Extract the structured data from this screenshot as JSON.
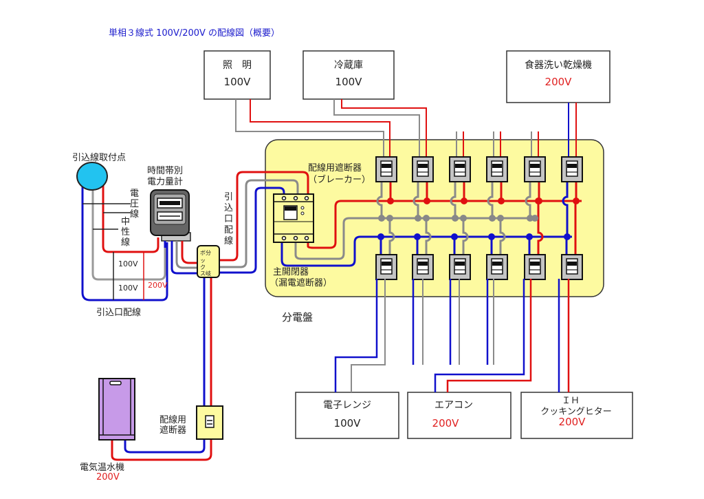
{
  "title": "単相３線式 100V/200V の配線図（概要）",
  "colors": {
    "voltage_line": "#e01010",
    "neutral_line": "#8a8a8a",
    "other_voltage_line": "#1010cc",
    "panel": "#fdfaa0",
    "title": "#1a1acc"
  },
  "loads_top": [
    {
      "name": "照　明",
      "voltage": "100V",
      "voltage_class": "100"
    },
    {
      "name": "冷蔵庫",
      "voltage": "100V",
      "voltage_class": "100"
    },
    {
      "name": "食器洗い乾燥機",
      "voltage": "200V",
      "voltage_class": "200"
    }
  ],
  "loads_bottom": [
    {
      "name": "電子レンジ",
      "voltage": "100V",
      "voltage_class": "100"
    },
    {
      "name": "エアコン",
      "voltage": "200V",
      "voltage_class": "200"
    },
    {
      "name_line1": "ＩＨ",
      "name_line2": "クッキングヒター",
      "voltage": "200V",
      "voltage_class": "200"
    }
  ],
  "service_entry": {
    "attachment_point": "引込線取付点",
    "voltage_wire": "電圧線",
    "neutral_wire": "中性線",
    "v1": "100V",
    "v2": "100V",
    "v_total": "200V",
    "service_drop_label": "引込口配線"
  },
  "meter": {
    "label_line1": "時間帯別",
    "label_line2": "電力量計"
  },
  "service_wiring_vertical": "引込口配線",
  "junction_box": {
    "label": "分岐ボックス"
  },
  "main_breaker": {
    "label_line1": "主開閉器",
    "label_line2": "（漏電遮断器）"
  },
  "branch_breaker": {
    "label_line1": "配線用遮断器",
    "label_line2": "（ブレーカー）"
  },
  "panel_label": "分電盤",
  "water_heater": {
    "name": "電気温水機",
    "voltage": "200V",
    "breaker_line1": "配線用",
    "breaker_line2": "遮断器"
  }
}
